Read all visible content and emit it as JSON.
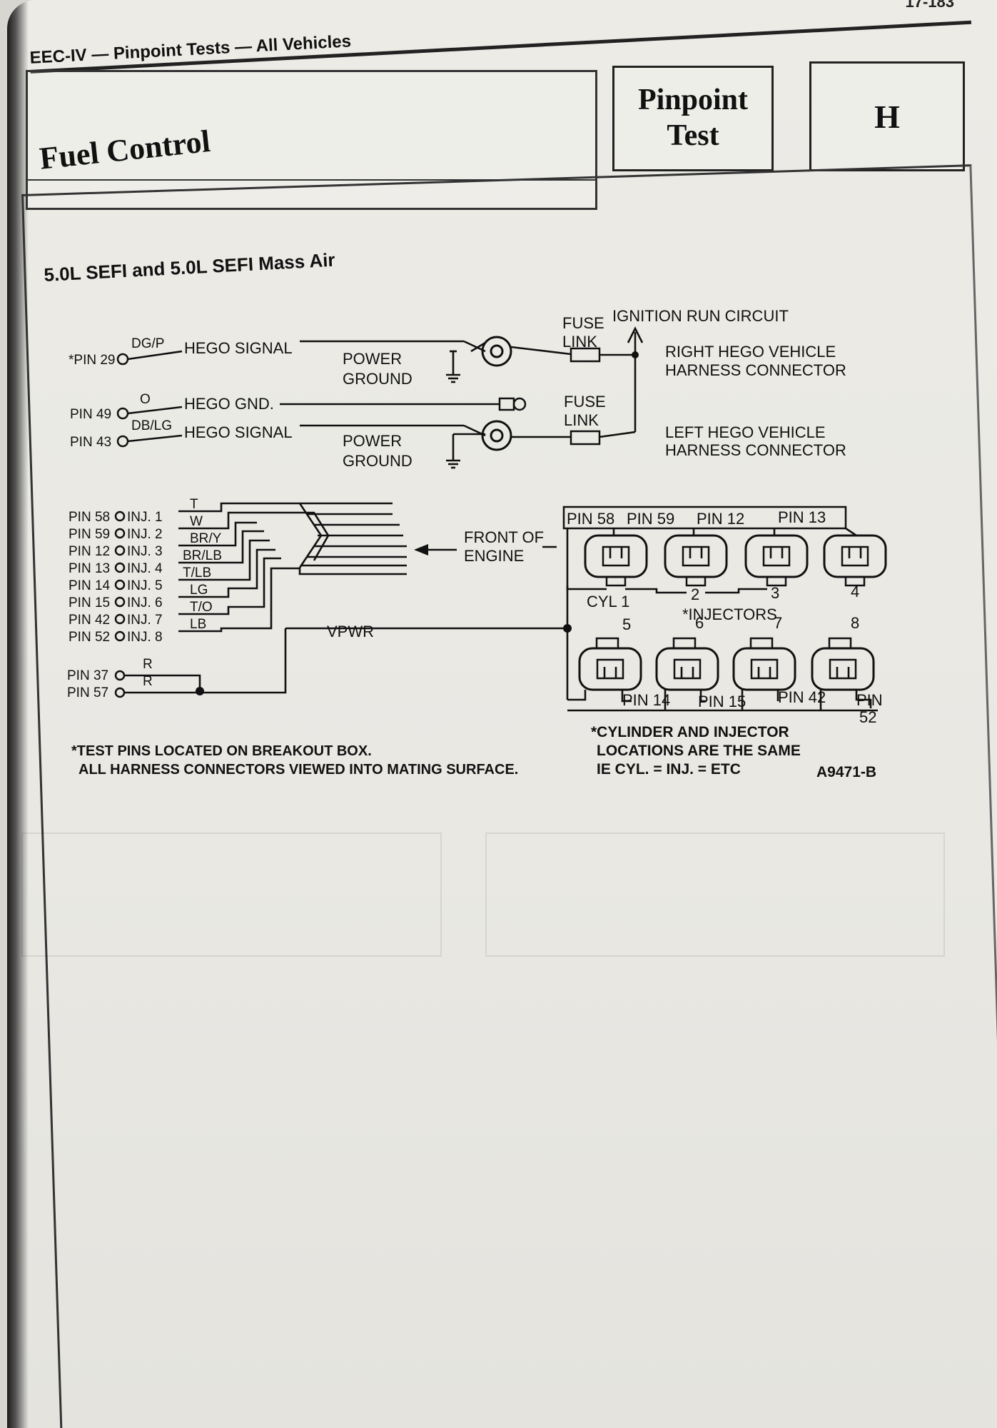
{
  "running_head": "EEC-IV — Pinpoint Tests — All Vehicles",
  "page_number": "17-183",
  "section_title": "Fuel Control",
  "pinpoint_test_label": "Pinpoint Test",
  "test_letter": "H",
  "diagram": {
    "title": "5.0L SEFI and 5.0L SEFI Mass Air",
    "figure_id": "A9471-B",
    "hego": [
      {
        "pin": "*PIN 29",
        "color": "DG/P",
        "signal": "HEGO SIGNAL"
      },
      {
        "pin": "PIN 49",
        "color": "O",
        "signal": "HEGO GND."
      },
      {
        "pin": "PIN 43",
        "color": "DB/LG",
        "signal": "HEGO SIGNAL"
      }
    ],
    "power_ground_1": [
      "POWER",
      "GROUND"
    ],
    "power_ground_2": [
      "POWER",
      "GROUND"
    ],
    "fuse_link_1": [
      "FUSE",
      "LINK"
    ],
    "fuse_link_2": [
      "FUSE",
      "LINK"
    ],
    "ignition_run": "IGNITION RUN CIRCUIT",
    "right_hego": [
      "RIGHT HEGO VEHICLE",
      "HARNESS CONNECTOR"
    ],
    "left_hego": [
      "LEFT HEGO VEHICLE",
      "HARNESS CONNECTOR"
    ],
    "injector_pins": [
      {
        "pin": "PIN 58",
        "inj": "INJ. 1",
        "color": "T"
      },
      {
        "pin": "PIN 59",
        "inj": "INJ. 2",
        "color": "W"
      },
      {
        "pin": "PIN 12",
        "inj": "INJ. 3",
        "color": "BR/Y"
      },
      {
        "pin": "PIN 13",
        "inj": "INJ. 4",
        "color": "BR/LB"
      },
      {
        "pin": "PIN 14",
        "inj": "INJ. 5",
        "color": "T/LB"
      },
      {
        "pin": "PIN 15",
        "inj": "INJ. 6",
        "color": "LG"
      },
      {
        "pin": "PIN 42",
        "inj": "INJ. 7",
        "color": "T/O"
      },
      {
        "pin": "PIN 52",
        "inj": "INJ. 8",
        "color": "LB"
      }
    ],
    "vpwr_pins": [
      {
        "pin": "PIN 37",
        "color": "R"
      },
      {
        "pin": "PIN 57",
        "color": "R"
      }
    ],
    "vpwr_label": "VPWR",
    "front_of_engine": [
      "FRONT OF",
      "ENGINE"
    ],
    "top_pins": [
      "PIN 58",
      "PIN 59",
      "PIN 12",
      "PIN 13"
    ],
    "top_cyl": [
      "CYL 1",
      "2",
      "3",
      "4"
    ],
    "injectors_label": "*INJECTORS",
    "bottom_cyl": [
      "5",
      "6",
      "7",
      "8"
    ],
    "bottom_pins": [
      "PIN 14",
      "PIN 15",
      "PIN 42",
      "PIN",
      "52"
    ],
    "footnote_left": [
      "*TEST PINS LOCATED ON BREAKOUT BOX.",
      "ALL HARNESS CONNECTORS VIEWED INTO MATING SURFACE."
    ],
    "footnote_right": [
      "*CYLINDER AND INJECTOR",
      "LOCATIONS ARE THE SAME",
      "IE CYL. = INJ. = ETC"
    ]
  }
}
